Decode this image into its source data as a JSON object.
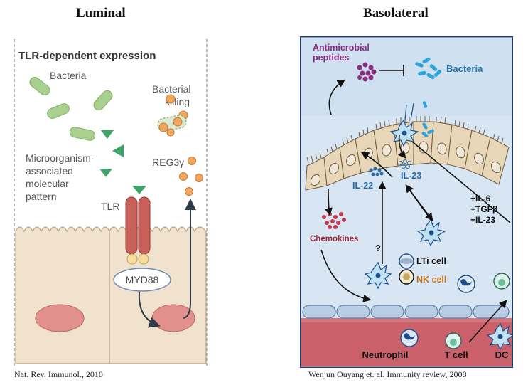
{
  "headings": {
    "left": "Luminal",
    "right": "Basolateral"
  },
  "citations": {
    "left": "Nat. Rev. Immunol., 2010",
    "right": "Wenjun Ouyang et. al. Immunity review, 2008"
  },
  "luminal_panel": {
    "title": "TLR-dependent expression",
    "bacteria": "Bacteria",
    "bacterial_killing_line1": "Bacterial",
    "bacterial_killing_line2": "killing",
    "mamp_line1": "Microorganism-",
    "mamp_line2": "associated",
    "mamp_line3": "molecular",
    "mamp_line4": "pattern",
    "reg3": "REG3γ",
    "tlr": "TLR",
    "myd88": "MYD88"
  },
  "basolateral_panel": {
    "antimicrobial_line1": "Antimicrobial",
    "antimicrobial_line2": "peptides",
    "bacteria": "Bacteria",
    "il22": "IL-22",
    "il23": "IL-23",
    "cytokines_line1": "+IL-6",
    "cytokines_line2": "+TGFβ",
    "cytokines_line3": "+IL-23",
    "chemokines": "Chemokines",
    "question": "?",
    "lti_cell": "LTi cell",
    "nk_cell": "NK cell",
    "neutrophil": "Neutrophil",
    "t_cell": "T cell",
    "dc": "DC"
  },
  "colors": {
    "bacteria_green": "#a9d08e",
    "triangle_green": "#3fa36a",
    "cell_fill": "#f1e2cd",
    "nucleus": "#e2908c",
    "tlr_red": "#c8605a",
    "reg3_orange": "#f3a65e",
    "baso_bg": "#dbe8f4",
    "baso_border": "#1f3f78",
    "dark_blue": "#1f4f8a",
    "purple": "#8a2b7e",
    "blood_red": "#c9606a"
  }
}
